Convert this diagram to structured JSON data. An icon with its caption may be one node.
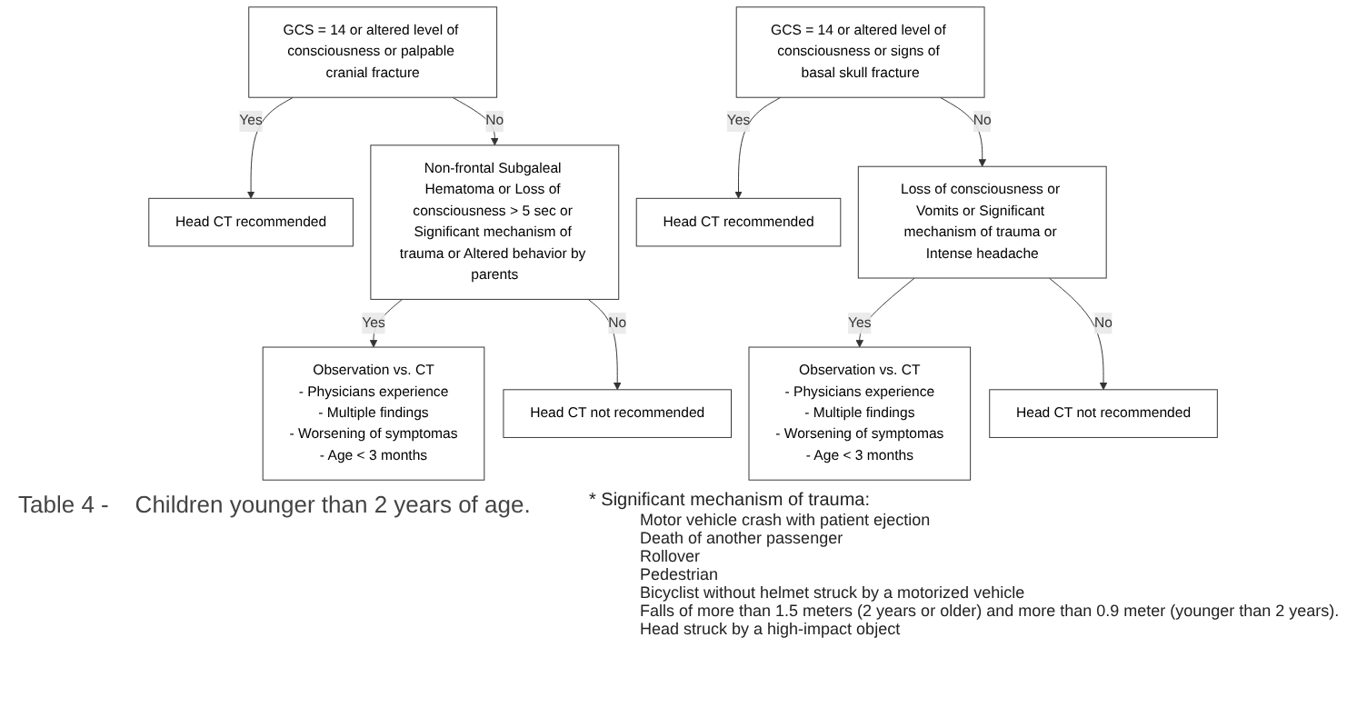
{
  "diagram": {
    "nodes": [
      {
        "text": [
          "GCS = 14 or altered level of consciousness or palpable cranial fracture"
        ]
      },
      {
        "text": [
          "Head CT recommended"
        ]
      },
      {
        "text": [
          "Non-frontal Subgaleal Hematoma or Loss of consciousness > 5 sec or Significant mechanism of trauma or Altered behavior by parents"
        ]
      },
      {
        "text": [
          "Observation vs.  CT",
          "- Physicians experience",
          "- Multiple findings",
          "- Worsening of symptomas",
          "- Age < 3 months"
        ]
      },
      {
        "text": [
          "Head CT not recommended"
        ]
      },
      {
        "text": [
          "GCS = 14 or altered level of consciousness or signs of basal skull fracture"
        ]
      },
      {
        "text": [
          "Head CT recommended"
        ]
      },
      {
        "text": [
          "Loss of consciousness or Vomits or Significant mechanism of trauma or Intense headache"
        ]
      },
      {
        "text": [
          "Observation vs.  CT",
          "- Physicians experience",
          "- Multiple findings",
          "- Worsening of symptomas",
          "- Age < 3 months"
        ]
      },
      {
        "text": [
          "Head CT not recommended"
        ]
      }
    ],
    "edges": [
      {
        "from": 0,
        "to": 1,
        "arrow": "to",
        "label": "Yes"
      },
      {
        "from": 0,
        "to": 2,
        "arrow": "to",
        "label": "No"
      },
      {
        "from": 2,
        "to": 3,
        "arrow": "to",
        "label": "Yes"
      },
      {
        "from": 2,
        "to": 4,
        "arrow": "to",
        "label": "No"
      },
      {
        "from": 5,
        "to": 6,
        "arrow": "to",
        "label": "Yes"
      },
      {
        "from": 5,
        "to": 7,
        "arrow": "to",
        "label": "No"
      },
      {
        "from": 7,
        "to": 8,
        "arrow": "to",
        "label": "Yes"
      },
      {
        "from": 7,
        "to": 9,
        "arrow": "to",
        "label": "No"
      }
    ],
    "labels": [
      "Table 4 -    Children younger than 2 years of age.",
      "* Significant mechanism of trauma:",
      "Motor vehicle crash with patient ejection",
      "Death of another passenger",
      "Rollover",
      "Pedestrian",
      "Bicyclist without helmet struck by a motorized vehicle",
      "Falls of more than 1.5 meters (2 years or older) and more than 0.9 meter (younger than 2 years).",
      "Head struck by a high-impact object"
    ]
  }
}
